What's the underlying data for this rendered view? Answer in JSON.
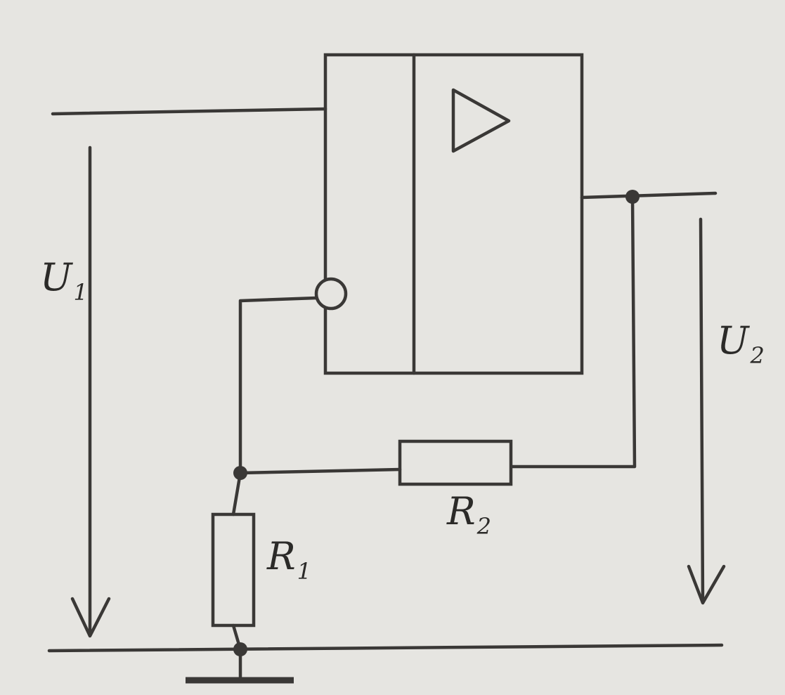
{
  "labels": {
    "u1": {
      "main": "U",
      "sub": "1"
    },
    "u2": {
      "main": "U",
      "sub": "2"
    },
    "r1": {
      "main": "R",
      "sub": "1"
    },
    "r2": {
      "main": "R",
      "sub": "2"
    }
  },
  "colors": {
    "background": "#e6e5e1",
    "ink": "#3a3836"
  }
}
